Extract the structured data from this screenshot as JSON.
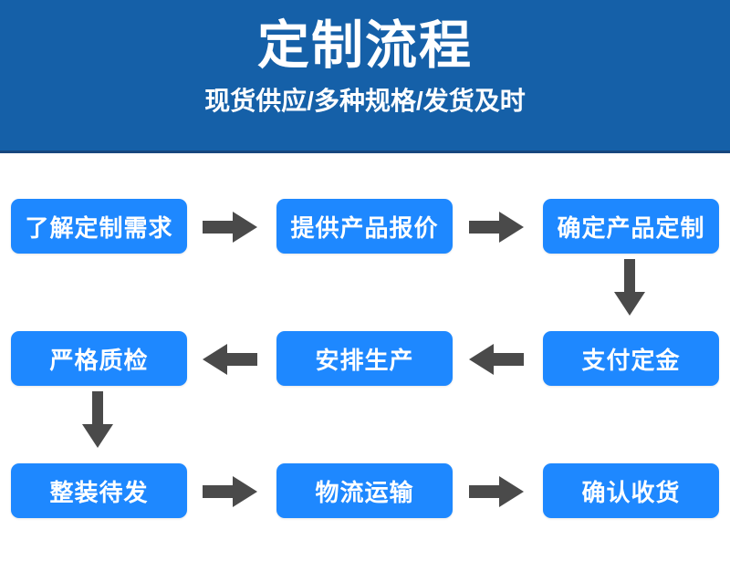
{
  "banner": {
    "title": "定制流程",
    "subtitle": "现货供应/多种规格/发货及时",
    "background_color": "#1560A8",
    "text_color": "#FFFFFF"
  },
  "flow": {
    "node_color": "#1E88FF",
    "node_text_color": "#FFFFFF",
    "arrow_color": "#4A4A4A",
    "rows": [
      {
        "direction": "right",
        "nodes": [
          {
            "label": "了解定制需求"
          },
          {
            "label": "提供产品报价"
          },
          {
            "label": "确定产品定制"
          }
        ]
      },
      {
        "direction": "left",
        "nodes": [
          {
            "label": "严格质检"
          },
          {
            "label": "安排生产"
          },
          {
            "label": "支付定金"
          }
        ]
      },
      {
        "direction": "right",
        "nodes": [
          {
            "label": "整装待发"
          },
          {
            "label": "物流运输"
          },
          {
            "label": "确认收货"
          }
        ]
      }
    ],
    "connectors": [
      {
        "name": "arrow-right-1",
        "icon": "arrow-right-icon"
      },
      {
        "name": "arrow-right-2",
        "icon": "arrow-right-icon"
      },
      {
        "name": "arrow-left-1",
        "icon": "arrow-left-icon"
      },
      {
        "name": "arrow-left-2",
        "icon": "arrow-left-icon"
      },
      {
        "name": "arrow-right-3",
        "icon": "arrow-right-icon"
      },
      {
        "name": "arrow-right-4",
        "icon": "arrow-right-icon"
      },
      {
        "name": "arrow-down-right-column",
        "icon": "arrow-down-icon"
      },
      {
        "name": "arrow-down-left-column",
        "icon": "arrow-down-icon"
      }
    ]
  }
}
